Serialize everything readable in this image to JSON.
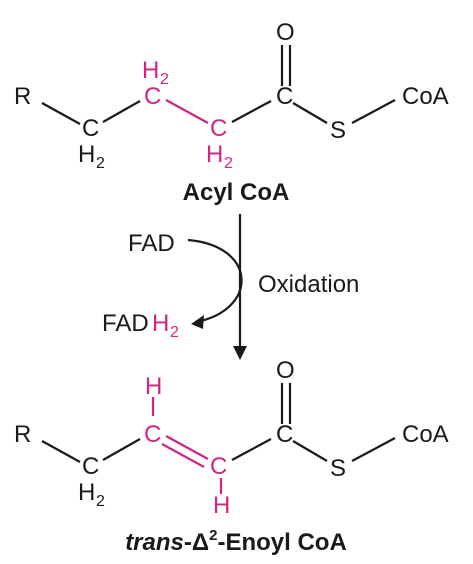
{
  "colors": {
    "black": "#1a1a1a",
    "magenta": "#d0267f"
  },
  "acyl_coa": {
    "label": "Acyl CoA",
    "R": "R",
    "C": "C",
    "H": "H",
    "sub2": "2",
    "O": "O",
    "S": "S",
    "CoA": "CoA"
  },
  "reaction": {
    "fad": "FAD",
    "fadh_prefix": "FAD",
    "fadh_H": "H",
    "fadh_sub": "2",
    "oxidation": "Oxidation"
  },
  "enoyl_coa": {
    "label_trans": "trans",
    "label_dash": "-",
    "label_delta": "Δ",
    "label_sup": "2",
    "label_rest": "-Enoyl CoA",
    "R": "R",
    "C": "C",
    "H": "H",
    "sub2": "2",
    "O": "O",
    "S": "S",
    "CoA": "CoA"
  }
}
